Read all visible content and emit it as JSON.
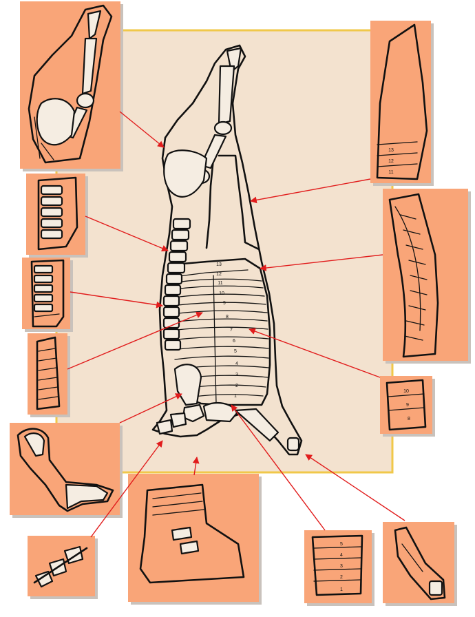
{
  "diagram": {
    "colors": {
      "board": "#f3e2cf",
      "board_border": "#f0c84a",
      "panel": "#f9a578",
      "arrow": "#e11c1c",
      "ink": "#111111"
    },
    "rib_numbers_carcass": [
      "13",
      "12",
      "11",
      "10",
      "9",
      "8",
      "7",
      "6",
      "5",
      "4",
      "3",
      "2",
      "1"
    ],
    "rib_numbers_top_right": [
      "13",
      "12",
      "11"
    ],
    "rib_numbers_mid_right": [
      "10",
      "9",
      "8"
    ],
    "rib_numbers_bottom_right": [
      "5",
      "4",
      "3",
      "2",
      "1"
    ]
  }
}
